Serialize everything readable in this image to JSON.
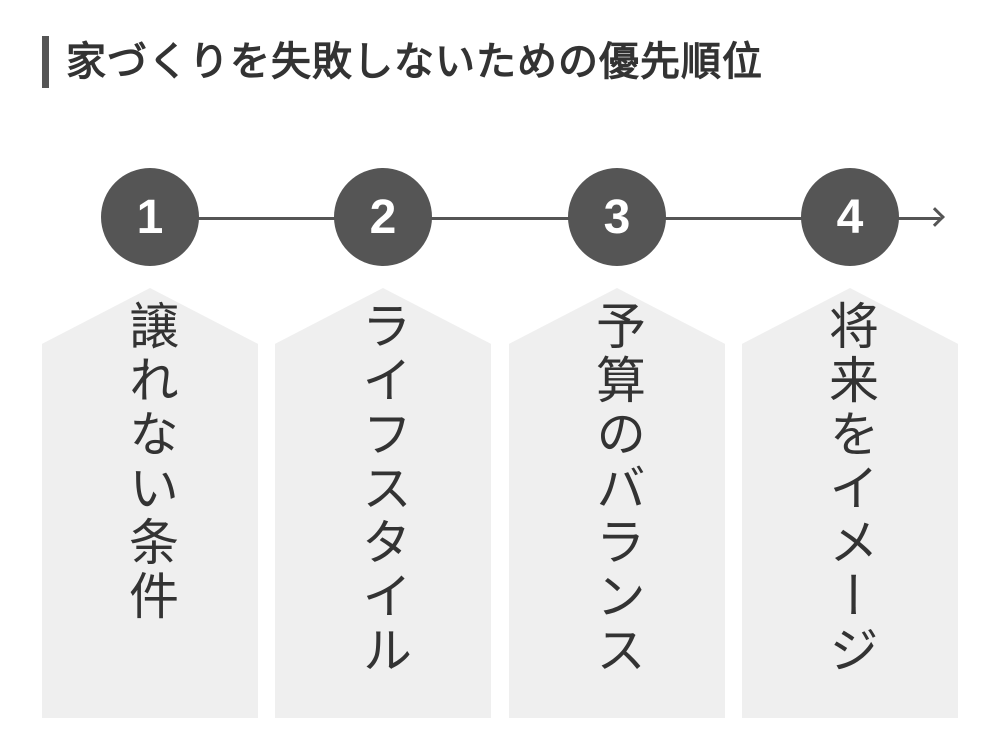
{
  "title": "家づくりを失敗しないための優先順位",
  "steps": [
    {
      "number": "1",
      "label": "譲れない条件"
    },
    {
      "number": "2",
      "label": "ライフスタイル"
    },
    {
      "number": "3",
      "label": "予算のバランス"
    },
    {
      "number": "4",
      "label": "将来をイメージ"
    }
  ],
  "colors": {
    "accent": "#555555",
    "card": "#efefef",
    "text": "#333333"
  }
}
